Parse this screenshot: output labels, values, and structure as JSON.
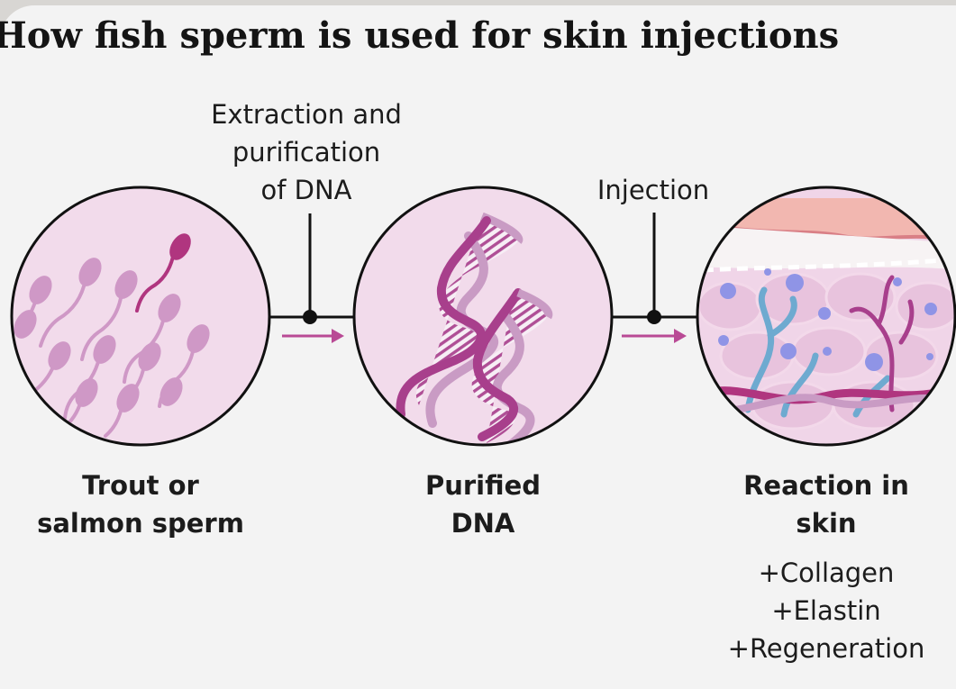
{
  "title": "How fish sperm is used for skin injections",
  "steps": {
    "extraction": [
      "Extraction and",
      "purification",
      "of DNA"
    ],
    "injection": "Injection"
  },
  "stages": [
    {
      "caption": [
        "Trout or",
        "salmon sperm"
      ],
      "icon": "sperm-cells-icon"
    },
    {
      "caption": [
        "Purified",
        "DNA"
      ],
      "icon": "dna-helix-icon"
    },
    {
      "caption": [
        "Reaction in",
        "skin"
      ],
      "icon": "skin-layers-icon"
    }
  ],
  "benefits": [
    "+Collagen",
    "+Elastin",
    "+Regeneration"
  ],
  "colors": {
    "circle_fill": "#f2dbeb",
    "sperm": "#c98bbf",
    "sperm_active": "#b0357f",
    "dna": "#a83f8c",
    "dna_light": "#c99bc4",
    "arrow": "#b94a95",
    "skin_top": "#f2b7b0",
    "vessel_blue": "#6eaad0",
    "cell": "#8f94e6"
  }
}
